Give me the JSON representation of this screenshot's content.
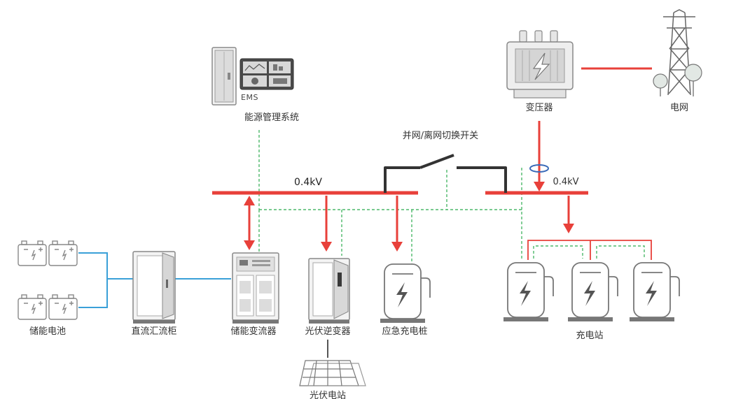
{
  "labels": {
    "ems_short": "EMS",
    "ems_system": "能源管理系统",
    "transformer": "变压器",
    "grid": "电网",
    "switch": "并网/离网切换开关",
    "bus_left": "0.4kV",
    "bus_right": "0.4kV",
    "battery": "储能电池",
    "dc_cabinet": "直流汇流柜",
    "pcs": "储能变流器",
    "pv_inverter": "光伏逆变器",
    "emergency_charger": "应急充电桩",
    "charging_station": "充电站",
    "pv_plant": "光伏电站"
  },
  "colors": {
    "power_line": "#e8403a",
    "dc_line": "#3aa0d8",
    "control_line": "#4cb86a",
    "switch_line": "#333333",
    "equipment_stroke": "#888888"
  },
  "icons": [
    "server-rack-icon",
    "monitor-panel-icon",
    "transformer-icon",
    "transmission-tower-icon",
    "tree-icon",
    "battery-icon",
    "cabinet-icon",
    "charger-icon",
    "solar-panel-icon",
    "current-sensor-icon"
  ]
}
